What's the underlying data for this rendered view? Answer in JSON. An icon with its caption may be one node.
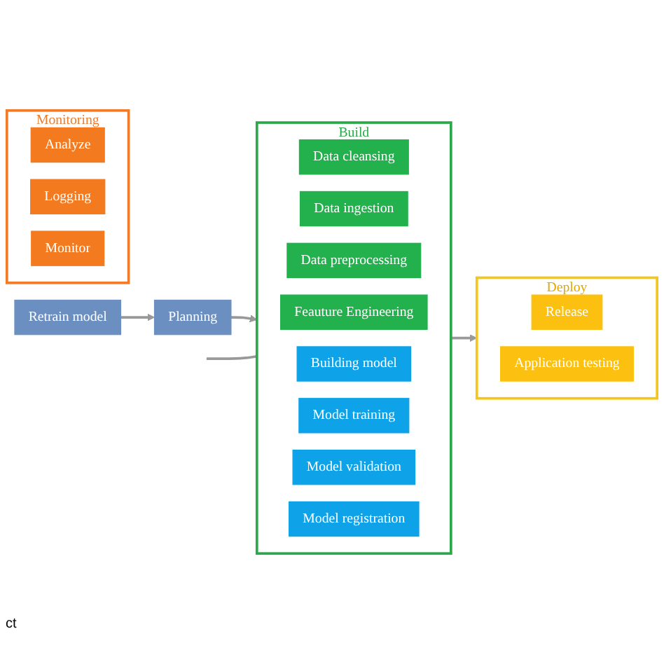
{
  "diagram": {
    "nodes": [
      {
        "text": [
          "Planning"
        ]
      },
      {
        "text": [
          "Retrain model"
        ]
      },
      {
        "text": [
          "Build"
        ]
      },
      {
        "text": [
          "Data cleansing"
        ],
        "in": 2
      },
      {
        "text": [
          "Data ingestion"
        ],
        "in": 2
      },
      {
        "text": [
          "Data preprocessing"
        ],
        "in": 2
      },
      {
        "text": [
          "Feauture Engineering"
        ],
        "in": 2
      },
      {
        "text": [
          "Building model"
        ],
        "in": 2
      },
      {
        "text": [
          "Model training"
        ],
        "in": 2
      },
      {
        "text": [
          "Model validation"
        ],
        "in": 2
      },
      {
        "text": [
          "Model registration"
        ],
        "in": 2
      },
      {
        "text": [
          "Monitoring"
        ]
      },
      {
        "text": [
          "Analyze"
        ],
        "in": 11
      },
      {
        "text": [
          "Logging"
        ],
        "in": 11
      },
      {
        "text": [
          "Monitor"
        ],
        "in": 11
      },
      {
        "text": [
          "Deploy"
        ]
      },
      {
        "text": [
          "Release"
        ],
        "in": 15
      },
      {
        "text": [
          "Application testing"
        ],
        "in": 15
      }
    ],
    "edges": [
      {
        "from": 0,
        "to": 2,
        "arrow": "to"
      },
      {
        "from": 1,
        "to": 0,
        "arrow": "to"
      },
      {
        "from": null,
        "to": 2,
        "arrow": "none"
      },
      {
        "from": 2,
        "to": 15,
        "arrow": "to"
      }
    ],
    "labels": [
      "ct"
    ]
  }
}
